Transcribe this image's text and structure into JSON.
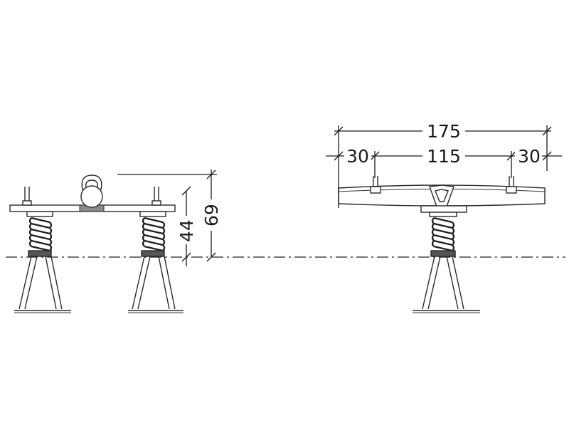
{
  "dimensions": {
    "overall_length": "175",
    "end_offset_left": "30",
    "handle_spacing": "115",
    "end_offset_right": "30",
    "seat_height": "69",
    "spring_height": "44"
  }
}
